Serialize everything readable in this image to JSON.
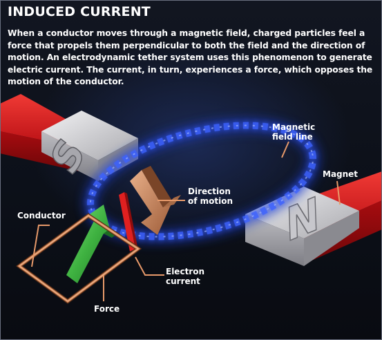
{
  "header": {
    "title": "INDUCED CURRENT",
    "description": "When a conductor moves through a magnetic field, charged particles feel a force that propels them perpendicular to both the field and the direction of motion. An electrodynamic tether system uses this phenomenon to generate electric current. The current, in turn, experiences a force, which opposes the motion of the conductor."
  },
  "labels": {
    "magnetic_field_line": [
      "Magnetic",
      "field line"
    ],
    "magnet": "Magnet",
    "direction_of_motion": [
      "Direction",
      "of motion"
    ],
    "conductor": "Conductor",
    "electron_current": [
      "Electron",
      "current"
    ],
    "force": "Force"
  },
  "magnet_poles": {
    "south": "S",
    "north": "N"
  },
  "colors": {
    "magnet_red": "#d8161c",
    "magnet_face": "#c8c8cc",
    "field_blue": "#2e52e8",
    "conductor_copper": "#d8895a",
    "force_green": "#3fb241",
    "motion_tan": "#c8845a",
    "electron_red": "#e02020",
    "leader_line": "#e89a6a"
  }
}
